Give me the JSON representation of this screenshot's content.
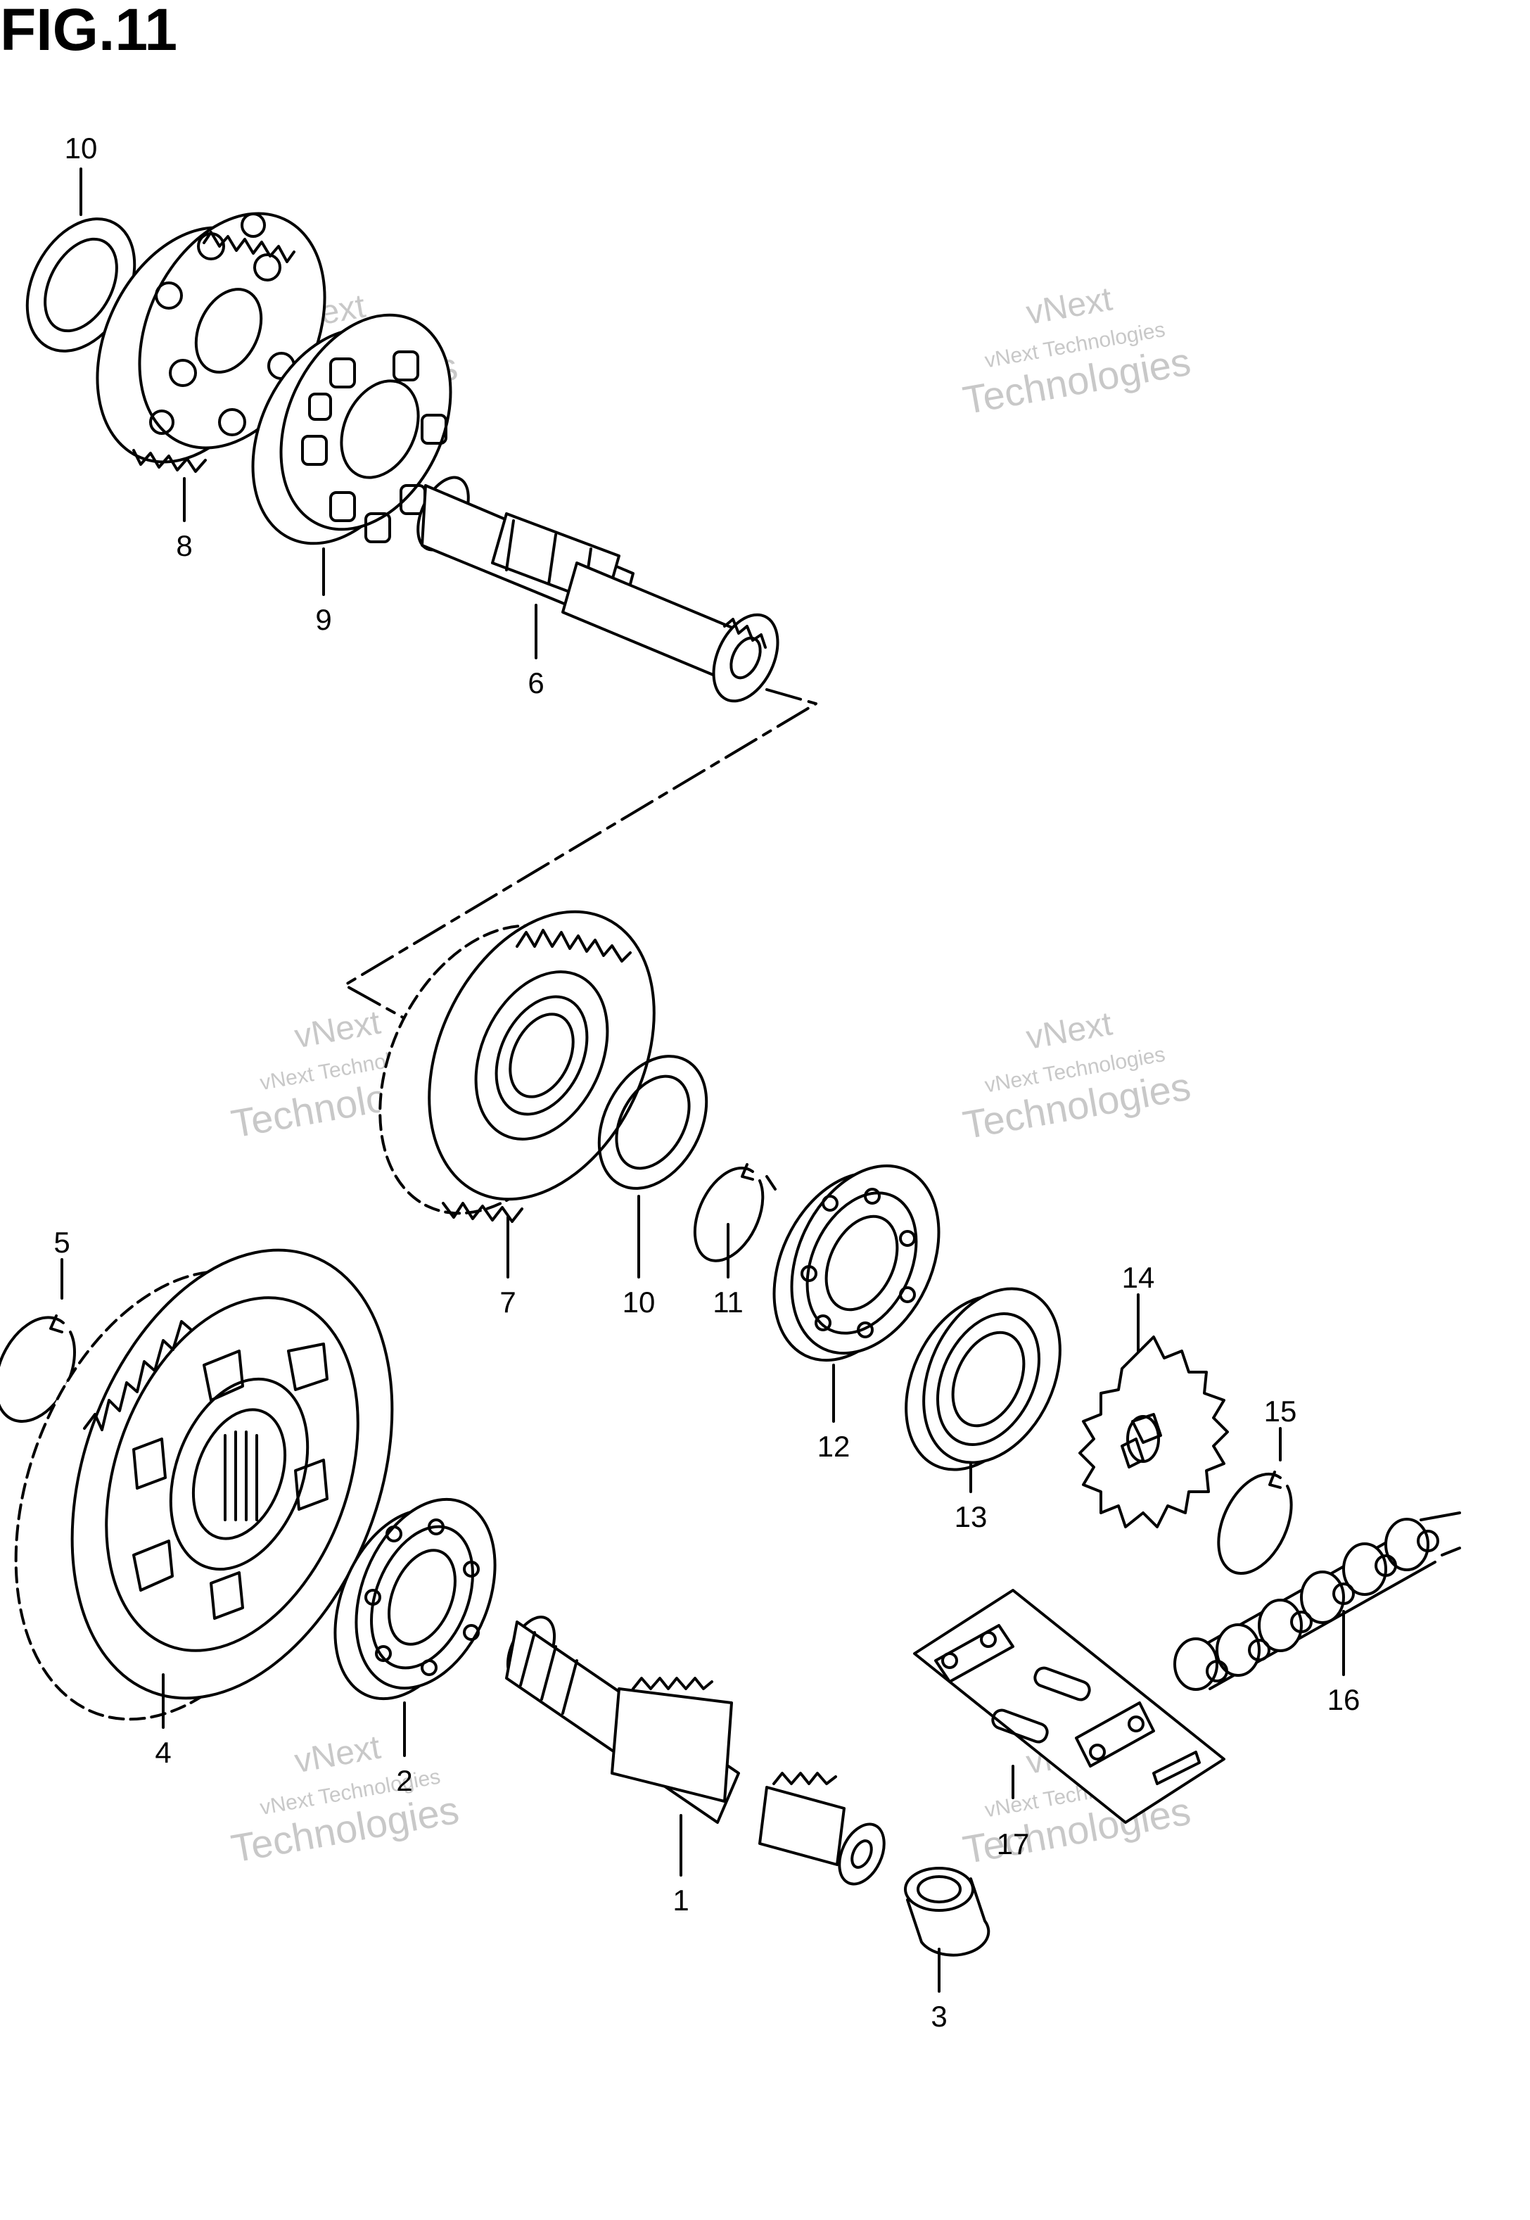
{
  "figure": {
    "title": "FIG.11"
  },
  "watermark": {
    "line1": "vNext",
    "line2": "vNext Technologies",
    "line3": "Technologies"
  },
  "callouts": [
    "1",
    "2",
    "3",
    "4",
    "5",
    "6",
    "7",
    "8",
    "9",
    "10",
    "10",
    "11",
    "12",
    "13",
    "14",
    "15",
    "16",
    "17"
  ]
}
